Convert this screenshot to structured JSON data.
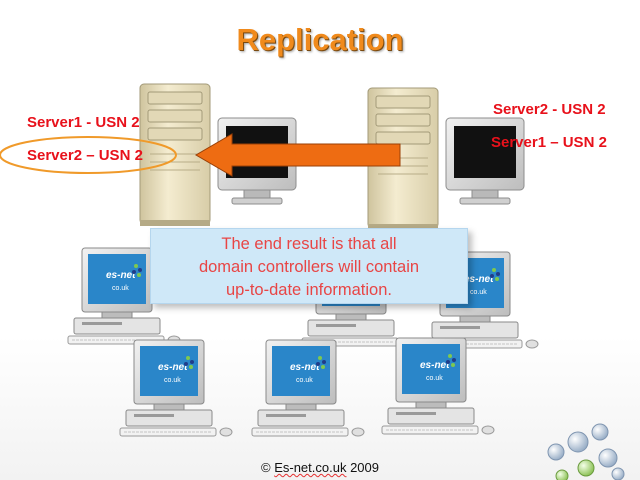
{
  "slide": {
    "title": "Replication",
    "left_server_labels": [
      "Server1 - USN 2",
      "Server2 – USN 2"
    ],
    "right_server_labels": [
      "Server2 - USN 2",
      "Server1 – USN 2"
    ],
    "callout_lines": [
      "The end result is that all",
      "domain controllers will contain",
      "up-to-date information."
    ],
    "footer": {
      "prefix": "© ",
      "brand": "Es-net.co.uk",
      "year": " 2009"
    },
    "client_logo": {
      "top": "es-net",
      "bottom": "co.uk"
    },
    "colors": {
      "title": "#f08a1c",
      "labels": "#e8111b",
      "arrow": "#ee6c12",
      "highlight_ellipse": "#f09a2a",
      "callout_bg": "#cfe8f8",
      "callout_text": "#e84545",
      "monitor_screen": "#2a86c9",
      "server_case": "#efe6c6"
    },
    "icons": [
      "server-tower-icon",
      "crt-monitor-icon",
      "client-workstation-icon",
      "replication-arrow-icon",
      "decorative-bubbles-icon"
    ]
  }
}
